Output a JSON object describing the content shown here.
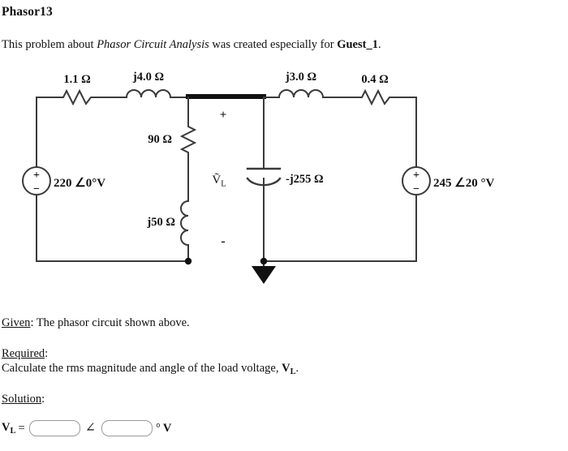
{
  "page": {
    "title": "Phasor13",
    "intro": {
      "prefix": "This problem about ",
      "topic": "Phasor Circuit Analysis",
      "middle": " was created especially for ",
      "user": "Guest_1",
      "suffix": "."
    }
  },
  "circuit": {
    "components": {
      "r_left": "1.1 Ω",
      "l_left": "j4.0 Ω",
      "l_right": "j3.0 Ω",
      "r_right": "0.4 Ω",
      "r_mid": "90 Ω",
      "l_mid": "j50 Ω",
      "c_mid": "-j255 Ω"
    },
    "sources": {
      "left": "220 ∠0°V",
      "right": "245 ∠20 °V"
    },
    "labels": {
      "vl": "Ṽ",
      "vl_sub": "L",
      "polarity_plus": "+",
      "polarity_minus": "-",
      "source_plus": "+",
      "source_minus": "−"
    }
  },
  "sections": {
    "given_label": "Given",
    "given_text": ": The phasor circuit shown above.",
    "required_label": "Required",
    "required_colon": ":",
    "required_text_pre": "Calculate the rms magnitude and angle of the load voltage, ",
    "required_var": "V",
    "required_var_sub": "L",
    "required_text_post": ".",
    "solution_label": "Solution",
    "solution_colon": ":"
  },
  "answer": {
    "var": "V",
    "var_sub": "L",
    "equals": "=",
    "magnitude_value": "",
    "magnitude_placeholder": "",
    "angle_symbol": "∠",
    "angle_value": "",
    "angle_placeholder": "",
    "unit_degree": "°",
    "unit_volt": "V"
  },
  "colors": {
    "ink": "#111111",
    "wire": "#3a3a3a",
    "box_border": "#9a9a9a",
    "background": "#ffffff"
  }
}
